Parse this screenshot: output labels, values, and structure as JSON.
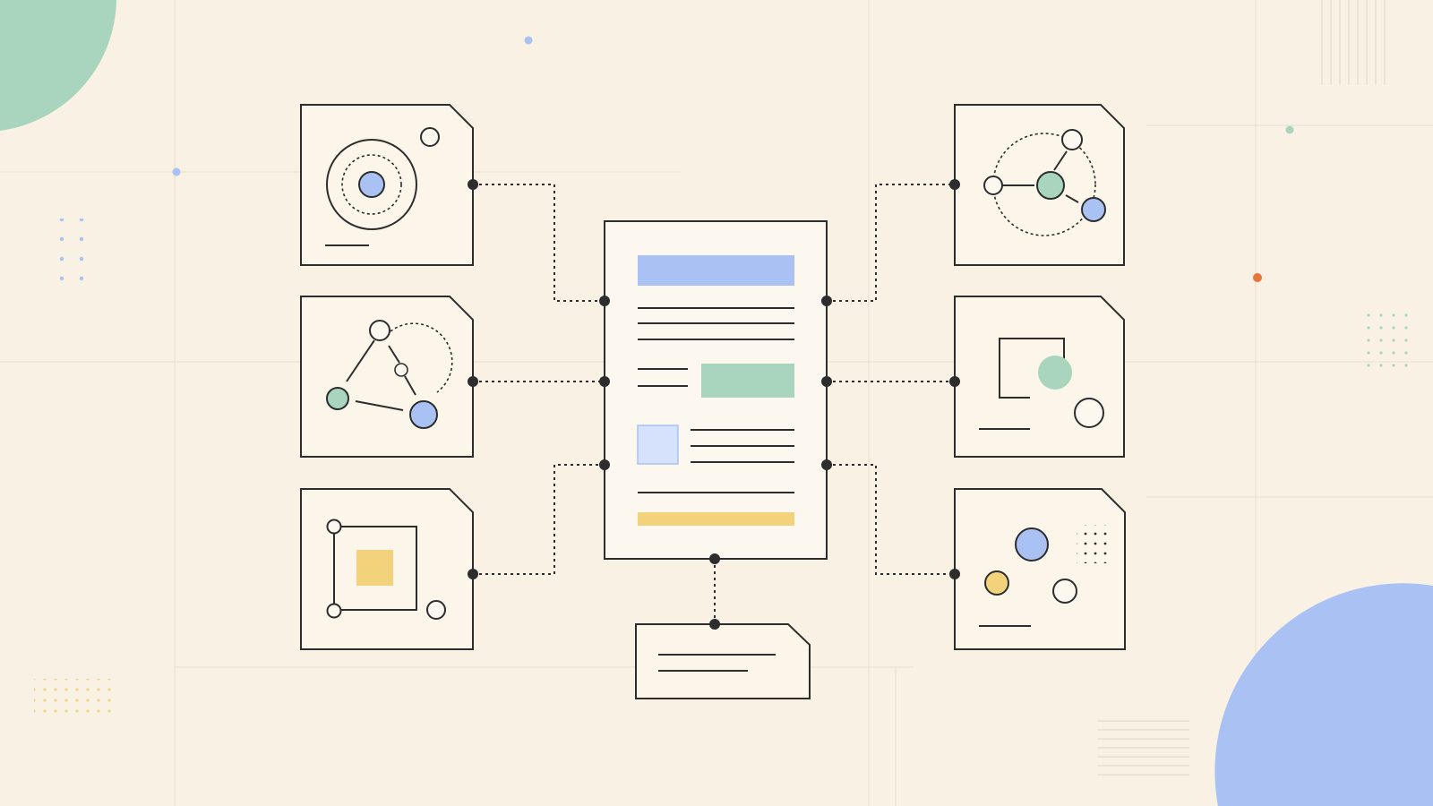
{
  "palette": {
    "background": "#f8f1e4",
    "ink": "#2d2d2d",
    "blue": "#a9c2f3",
    "green": "#a9d5bf",
    "yellow": "#f3d27c",
    "orange": "#e8743b",
    "card_fill": "#fbf5ea",
    "panel_fill": "#fdf8ef"
  },
  "diagram": {
    "central_node": "document-hub",
    "left_nodes": [
      "concentric-circle-card",
      "network-triangle-card",
      "square-points-card"
    ],
    "right_nodes": [
      "orbit-network-card",
      "shape-composition-card",
      "circles-grid-card"
    ],
    "bottom_node": "summary-note-card",
    "connector_style": "dotted"
  }
}
